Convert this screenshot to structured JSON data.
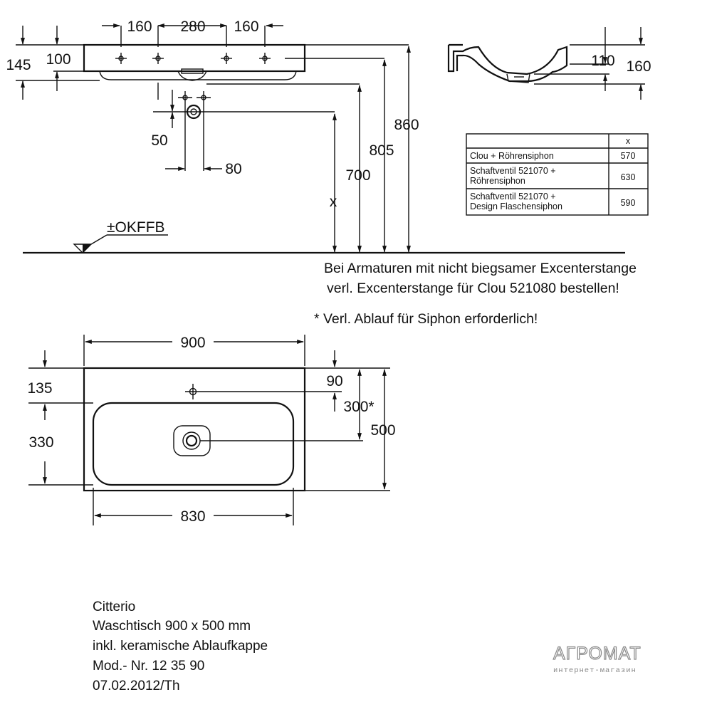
{
  "top_view": {
    "tap_spacing": [
      "160",
      "280",
      "160"
    ],
    "height_left_outer": "145",
    "height_left_inner": "100",
    "drain_offset": "50",
    "drain_spacing": "80",
    "floor_label": "±OKFFB",
    "x_label": "x",
    "height_700": "700",
    "height_805": "805",
    "height_860": "860"
  },
  "side_view": {
    "depth_110": "110",
    "depth_160": "160"
  },
  "table": {
    "header_x": "x",
    "rows": [
      {
        "line1": "Clou + Röhrensiphon",
        "line2": "",
        "value": "570"
      },
      {
        "line1": "Schaftventil 521070 +",
        "line2": "Röhrensiphon",
        "value": "630"
      },
      {
        "line1": "Schaftventil 521070 +",
        "line2": "Design Flaschensiphon",
        "value": "590"
      }
    ]
  },
  "notes": {
    "line1": "Bei Armaturen mit nicht biegsamer Excenterstange",
    "line2": "verl. Excenterstange für Clou 521080 bestellen!",
    "line3": "* Verl. Ablauf für Siphon erforderlich!"
  },
  "plan_view": {
    "width": "900",
    "inner_width": "830",
    "depth": "500",
    "front_offset": "135",
    "inner_depth": "330",
    "tap_offset": "90",
    "drain_offset": "300*"
  },
  "info": {
    "series": "Citterio",
    "product": "Waschtisch 900 x 500 mm",
    "feature": "inkl. keramische Ablaufkappe",
    "model": "Mod.- Nr. 12 35 90",
    "date": "07.02.2012/Th"
  },
  "watermark": {
    "brand": "АГРОМАТ",
    "tagline": "интернет-магазин"
  }
}
